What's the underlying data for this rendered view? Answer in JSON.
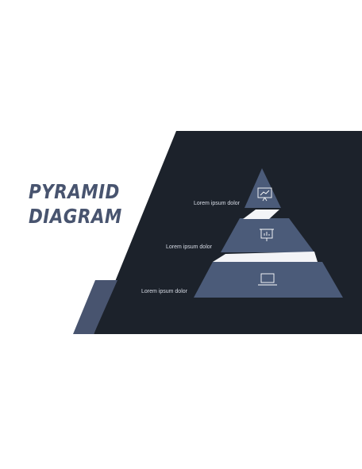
{
  "title": {
    "line1": "PYRAMID",
    "line2": "DIAGRAM"
  },
  "levels": [
    {
      "label": "Lorem ipsum dolor",
      "icon": "presentation-board-icon"
    },
    {
      "label": "Lorem ipsum dolor",
      "icon": "bar-chart-easel-icon"
    },
    {
      "label": "Lorem ipsum dolor",
      "icon": "laptop-icon"
    }
  ],
  "colors": {
    "dark_panel": "#1c222b",
    "accent": "#48546f",
    "pyramid": "#4b5b79",
    "label_text": "#d7dce6",
    "icon_stroke": "#ffffff"
  }
}
